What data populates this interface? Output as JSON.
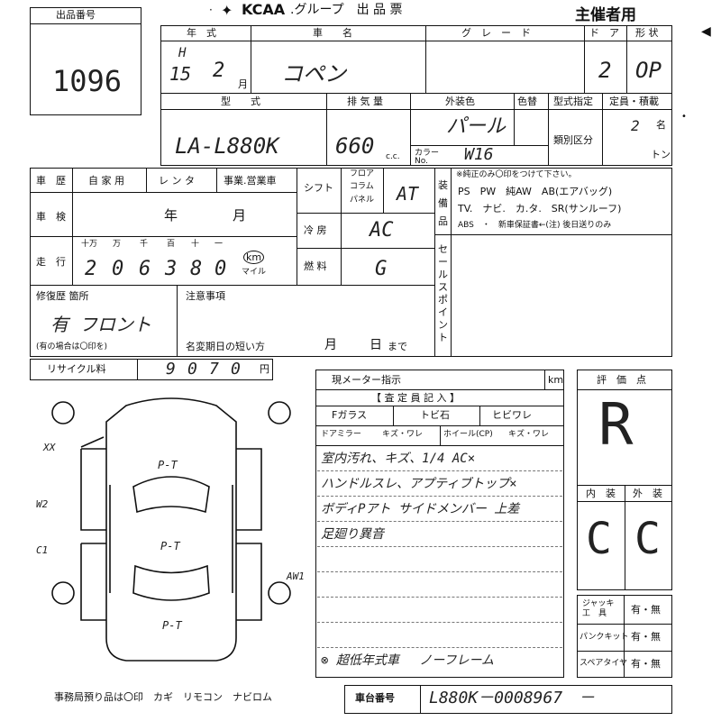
{
  "header": {
    "lot_number_label": "出品番号",
    "lot_number": "1096",
    "logo": "KCAA",
    "group_title": ".グループ　出 品 票",
    "organizer_label": "主催者用"
  },
  "car": {
    "year_label": "年　式",
    "year_era": "H",
    "year_value": "15",
    "month_value": "2",
    "month_unit": "月",
    "name_label": "車　　名",
    "name_value": "コペン",
    "grade_label": "グ　レ　ー　ド",
    "doors_label": "ド　ア",
    "doors_value": "2",
    "shape_label": "形 状",
    "shape_value": "OP",
    "model_label": "型　　式",
    "model_value": "LA-L880K",
    "displacement_label": "排 気 量",
    "displacement_value": "660",
    "cc_unit": "c.c.",
    "color_label": "外装色",
    "repaint_label": "色替",
    "color_value": "パール",
    "color_no_label": "カラー No.",
    "color_no_value": "W16",
    "model_designation_label": "型式指定",
    "classification_label": "類別区分",
    "capacity_label": "定員・積載",
    "capacity_value": "2",
    "capacity_unit": "名",
    "ton_unit": "トン"
  },
  "history": {
    "history_label": "車　歴",
    "private_label": "自 家 用",
    "rental_label": "レ ン タ",
    "business_label": "事業.営業車",
    "inspection_label": "車　検",
    "year_unit": "年",
    "month_unit": "月",
    "mileage_label": "走　行",
    "digit_units": [
      "十万",
      "万",
      "千",
      "百",
      "十",
      "一"
    ],
    "mileage_digits": [
      "2",
      "0",
      "6",
      "3",
      "8",
      "0"
    ],
    "km_label": "km",
    "mile_label": "マイル"
  },
  "equipment": {
    "shift_label": "シフト",
    "floor_label": "フロア",
    "column_label": "コラム",
    "panel_label": "パネル",
    "shift_value": "AT",
    "ac_label": "冷 房",
    "ac_value": "AC",
    "fuel_label": "燃 料",
    "fuel_value": "G",
    "equip_vertical_label": "装備品",
    "equip_note": "※純正のみ〇印をつけて下さい。",
    "equip_row1": "PS　PW　純AW　AB(エアバッグ)",
    "equip_row2": "TV.　ナビ.　カ.タ.　SR(サンルーフ)",
    "equip_row3": "ABS　・　新車保証書←(注) 後日送りのみ",
    "sales_point_label": "セールスポイント"
  },
  "repair": {
    "repair_label": "修復歴 箇所",
    "repair_value": "有 フロント",
    "repair_note": "(有の場合は〇印を)",
    "notes_label": "注意事項",
    "name_change_label": "名変期日の短い方",
    "month_unit": "月",
    "day_unit": "日",
    "until_label": "まで",
    "recycle_label": "リサイクル料",
    "recycle_digits": [
      "9",
      "0",
      "7",
      "0"
    ],
    "yen_unit": "円"
  },
  "inspector": {
    "meter_label": "現メーター指示",
    "meter_unit": "km",
    "inspector_title": "【 査 定 員 記 入 】",
    "glass_label": "Fガラス",
    "chip_label": "トビ石",
    "crack_label": "ヒビワレ",
    "mirror_label": "ドアミラー",
    "mirror_opts": "キズ・ワレ",
    "wheel_label": "ホイール(CP)",
    "wheel_opts": "キズ・ワレ",
    "comments": [
      "室内汚れ、キズ、1/4 AC×",
      "ハンドルスレ、アプティブトップ×",
      "ボディPアト サイドメンバー 上差",
      "足廻り異音",
      "",
      "",
      "",
      "",
      "",
      "⊗ 超低年式車　 ノーフレーム"
    ]
  },
  "evaluation": {
    "score_label": "評　価　点",
    "score_value": "R",
    "interior_label": "内　装",
    "exterior_label": "外　装",
    "interior_value": "C",
    "exterior_value": "C",
    "jack_label": "ジャッキ 工　具",
    "puncture_label": "パンクキット",
    "spare_label": "スペアタイヤ",
    "yes_no": "有・無"
  },
  "diagram": {
    "marks": [
      "XX",
      "W2",
      "C1",
      "P-T",
      "P-T",
      "P-T",
      "AW1"
    ]
  },
  "footer": {
    "office_note": "事務局預り品は〇印　カギ　リモコン　ナビロム",
    "chassis_label": "車台番号",
    "chassis_value": "L880K－0008967　－"
  }
}
